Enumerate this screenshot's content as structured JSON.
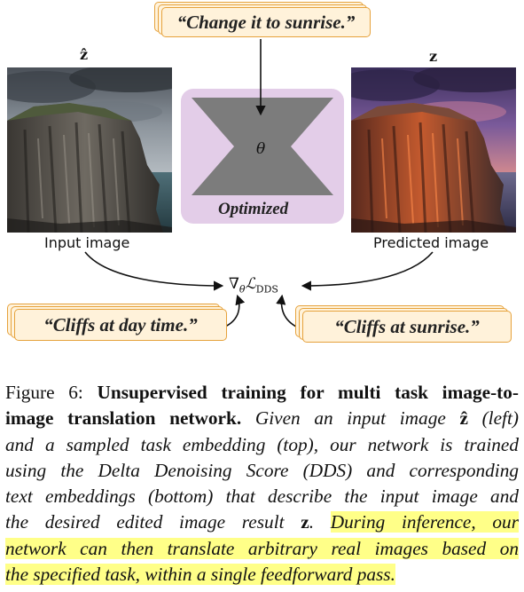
{
  "figure": {
    "top_prompt": "“Change it to sunrise.”",
    "input_symbol": "ẑ",
    "output_symbol": "z",
    "input_label": "Input image",
    "output_label": "Predicted image",
    "network_param": "θ",
    "network_status": "Optimized",
    "loss_nabla": "∇",
    "loss_sub_theta": "θ",
    "loss_L": "ℒ",
    "loss_sub": "DDS",
    "bottom_left_prompt": "“Cliffs at day time.”",
    "bottom_right_prompt": "“Cliffs at sunrise.”"
  },
  "caption": {
    "number": "Figure 6: ",
    "bold_l1": "Unsupervised training for multi task image-to-",
    "bold_l2": "image translation network.",
    "l2_rest": " Given an input image ",
    "l2_sym": "ẑ",
    "l2_end": " (left)",
    "l3": "and a sampled task embedding (top), our network is trained",
    "l4": "using the Delta Denoising Score (DDS) and corresponding",
    "l5": "text embeddings (bottom) that describe the input image and",
    "l6_a": "the desired edited image result ",
    "l6_sym": "z",
    "l6_b": ".",
    "l6_hl": "During inference, our",
    "l7_hl": "network can then translate arbitrary real images based on",
    "l8_hl": "the specified task, within a single feedforward pass."
  },
  "colors": {
    "card_fill": "#fff2da",
    "card_border": "#e6a23c",
    "network_box": "#e3cde8",
    "network_shape": "#7a7a7a",
    "highlight": "#ffff88"
  }
}
